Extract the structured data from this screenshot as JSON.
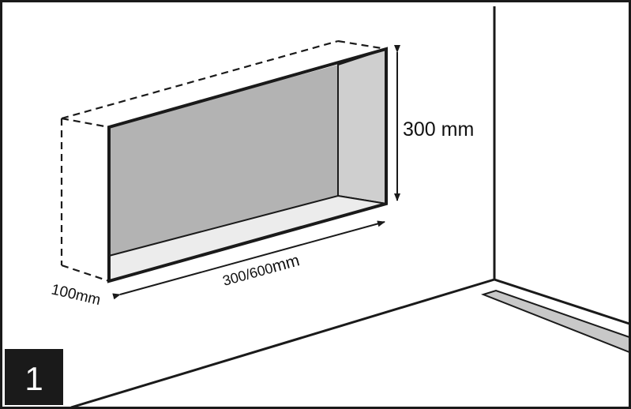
{
  "step": {
    "number": "1"
  },
  "dimensions": {
    "height_label": "300 mm",
    "width_label_prefix": "300/600",
    "width_label_unit": "mm",
    "depth_label": "100mm"
  },
  "colors": {
    "line": "#1a1a1a",
    "niche_back": "#b3b3b3",
    "niche_side": "#cfcfcf",
    "niche_bottom": "#e9e9e9",
    "drain": "#c8c8c8",
    "badge": "#1a1a1a"
  }
}
